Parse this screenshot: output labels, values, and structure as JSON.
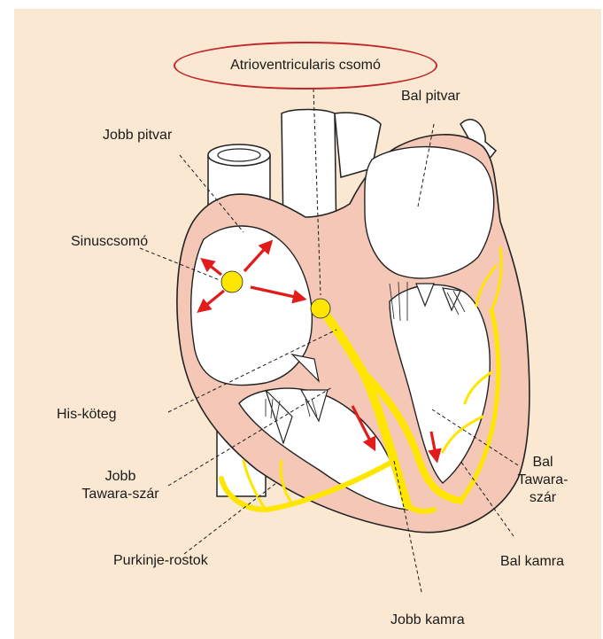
{
  "labels": {
    "av_node": "Atrioventricularis csomó",
    "left_atrium": "Bal pitvar",
    "right_atrium": "Jobb pitvar",
    "sinus_node": "Sinuscsomó",
    "his_bundle": "His-köteg",
    "right_bundle_line1": "Jobb",
    "right_bundle_line2": "Tawara-szár",
    "purkinje": "Purkinje-rostok",
    "left_bundle_line1": "Bal",
    "left_bundle_line2": "Tawara-",
    "left_bundle_line3": "szár",
    "left_ventricle": "Bal kamra",
    "right_ventricle": "Jobb kamra"
  },
  "colors": {
    "background": "#fae8d2",
    "wall": "#f4c7b6",
    "conduction": "#ffe600",
    "arrow": "#e21b1b",
    "highlight_oval": "#c0272d",
    "outline": "#222222"
  }
}
